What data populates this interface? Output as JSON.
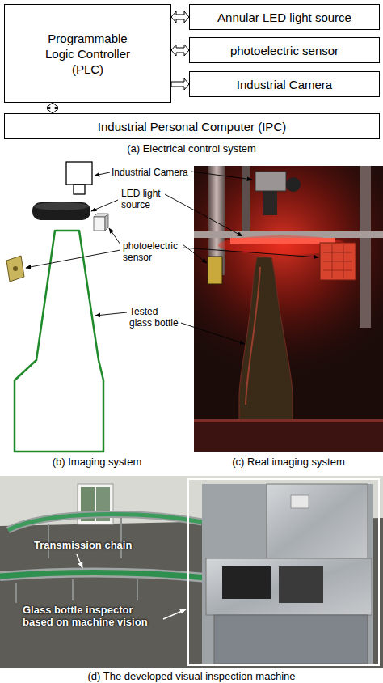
{
  "diagram": {
    "nodes": [
      {
        "text": [
          "Programmable Logic Controller (PLC)"
        ]
      },
      {
        "text": [
          "Annular LED light source"
        ]
      },
      {
        "text": [
          "photoelectric sensor"
        ]
      },
      {
        "text": [
          "Industrial Camera"
        ]
      },
      {
        "text": [
          "Industrial Personal Computer (IPC)"
        ]
      }
    ],
    "edges": [
      {
        "from": 0,
        "to": 1,
        "arrow": "both"
      },
      {
        "from": 0,
        "to": 2,
        "arrow": "both"
      },
      {
        "from": 0,
        "to": 3,
        "arrow": "to"
      },
      {
        "from": 0,
        "to": 4,
        "arrow": "both"
      }
    ],
    "labels": [
      "(a) Electrical control system",
      "Industrial Camera",
      "LED light source",
      "photoelectric sensor",
      "Tested glass bottle",
      "(b) Imaging system",
      "(c) Real imaging system",
      "Transmission chain",
      "Glass bottle inspector based on machine vision",
      "(d) The developed visual inspection machine"
    ]
  }
}
